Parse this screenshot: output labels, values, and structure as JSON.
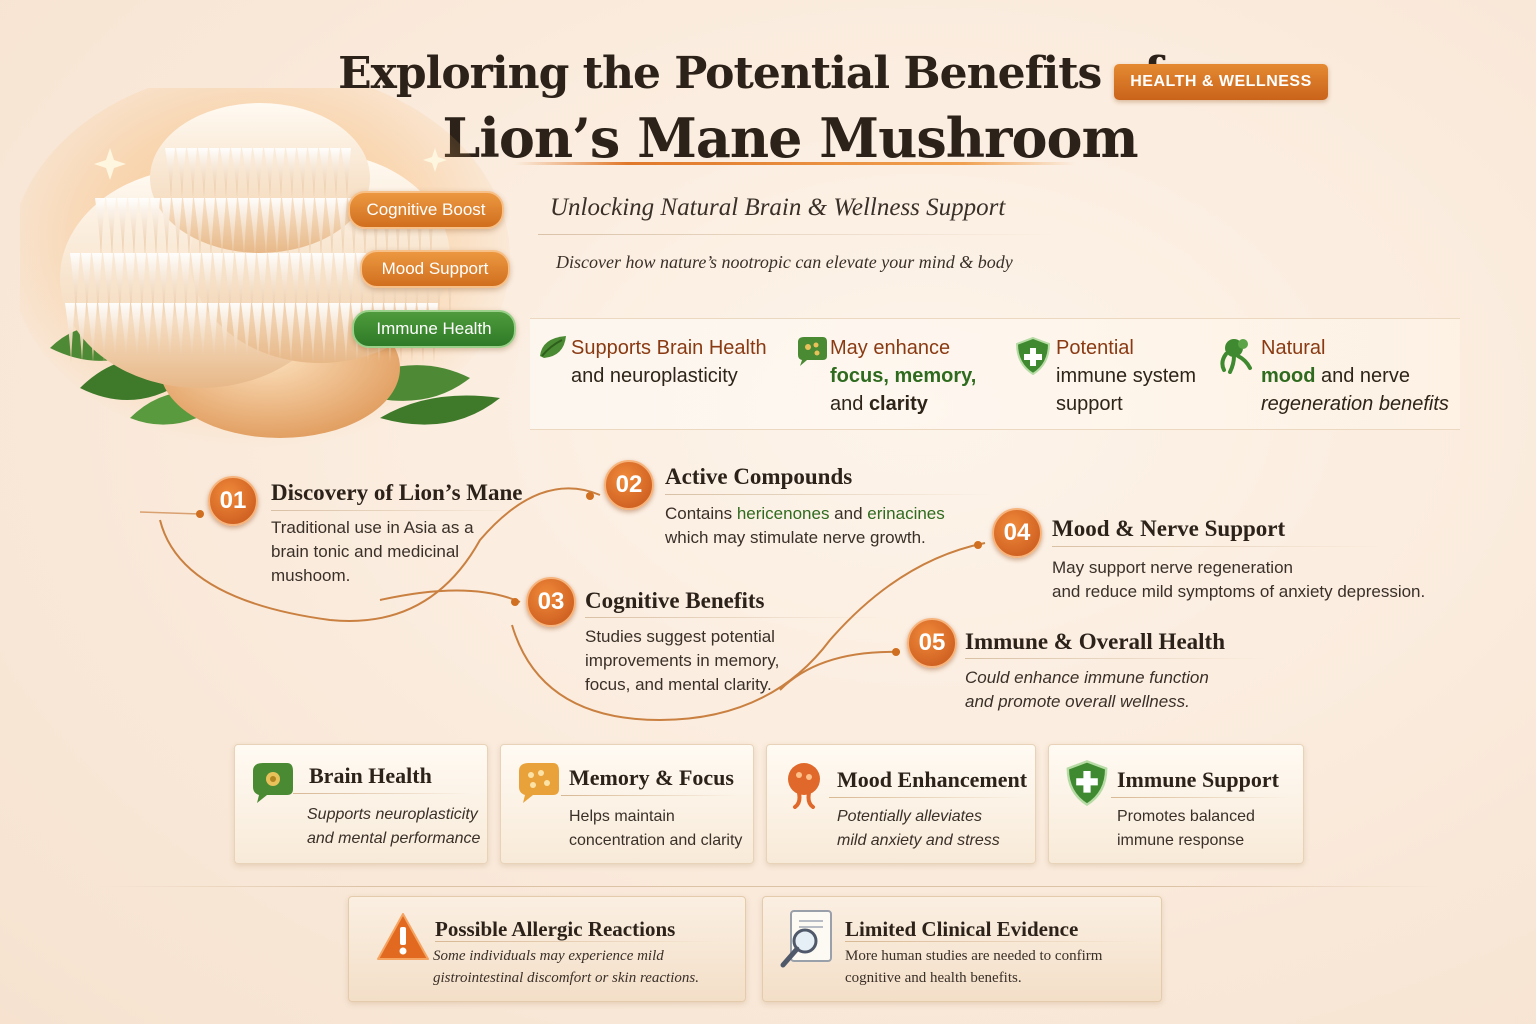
{
  "header": {
    "title_line1": "Exploring the Potential Benefits of",
    "title_line2": "Lion’s Mane Mushroom",
    "badge": "HEALTH & WELLNESS",
    "subtitle": "Unlocking Natural Brain & Wellness Support",
    "tagline": "Discover how nature’s nootropic can elevate your mind & body"
  },
  "pills": [
    {
      "label": "Cognitive Boost",
      "color": "#d9782a"
    },
    {
      "label": "Mood Support",
      "color": "#d9782a"
    },
    {
      "label": "Immune Health",
      "color": "#3c8a30"
    }
  ],
  "benefits": [
    {
      "icon": "leaf-icon",
      "line1": "Supports Brain Health",
      "line2": "and neuroplasticity"
    },
    {
      "icon": "brain-icon",
      "line1": "May enhance",
      "line2a": "focus, memory,",
      "line3a": "and ",
      "line3b": "clarity"
    },
    {
      "icon": "shield-icon",
      "line1": "Potential",
      "line2": "immune system",
      "line3": "support"
    },
    {
      "icon": "nerve-icon",
      "line1": "Natural",
      "line2a": "mood",
      "line2b": " and nerve",
      "line3": "regeneration benefits"
    }
  ],
  "timeline": [
    {
      "num": "01",
      "title": "Discovery of Lion’s Mane",
      "desc": [
        "Traditional use in Asia as a",
        "brain tonic and medicinal",
        "mushoom."
      ]
    },
    {
      "num": "02",
      "title": "Active Compounds",
      "desc_a": "Contains ",
      "desc_b": "hericenones",
      "desc_c": " and ",
      "desc_d": "erinacines",
      "desc_line2": "which may stimulate nerve growth."
    },
    {
      "num": "03",
      "title": "Cognitive Benefits",
      "desc": [
        "Studies suggest potential",
        "improvements in memory,",
        "focus, and mental clarity."
      ]
    },
    {
      "num": "04",
      "title": "Mood & Nerve Support",
      "desc": [
        "May support nerve regeneration",
        "and reduce mild symptoms of anxiety depression."
      ]
    },
    {
      "num": "05",
      "title": "Immune & Overall Health",
      "desc": [
        "Could enhance immune function",
        "and promote overall wellness."
      ]
    }
  ],
  "cards": [
    {
      "icon": "brain-icon",
      "title": "Brain Health",
      "desc": [
        "Supports neuroplasticity",
        "and mental performance"
      ]
    },
    {
      "icon": "memory-brain-icon",
      "title": "Memory & Focus",
      "desc": [
        "Helps maintain",
        "concentration and clarity"
      ]
    },
    {
      "icon": "mood-brain-icon",
      "title": "Mood Enhancement",
      "desc": [
        "Potentially alleviates",
        "mild anxiety and stress"
      ]
    },
    {
      "icon": "shield-icon",
      "title": "Immune Support",
      "desc": [
        "Promotes balanced",
        "immune response"
      ]
    }
  ],
  "warnings": [
    {
      "icon": "warning-icon",
      "title": "Possible Allergic Reactions",
      "desc": [
        "Some individuals may experience mild",
        "gistrointestinal discomfort or skin reactions."
      ]
    },
    {
      "icon": "magnifier-document-icon",
      "title": "Limited Clinical Evidence",
      "desc": [
        "More human studies are needed to confirm",
        "cognitive and health benefits."
      ]
    }
  ],
  "colors": {
    "accent_orange": "#d9782a",
    "accent_green": "#3c8a30",
    "title_brown": "#2c2219",
    "heading_rust": "#8a3a12"
  }
}
